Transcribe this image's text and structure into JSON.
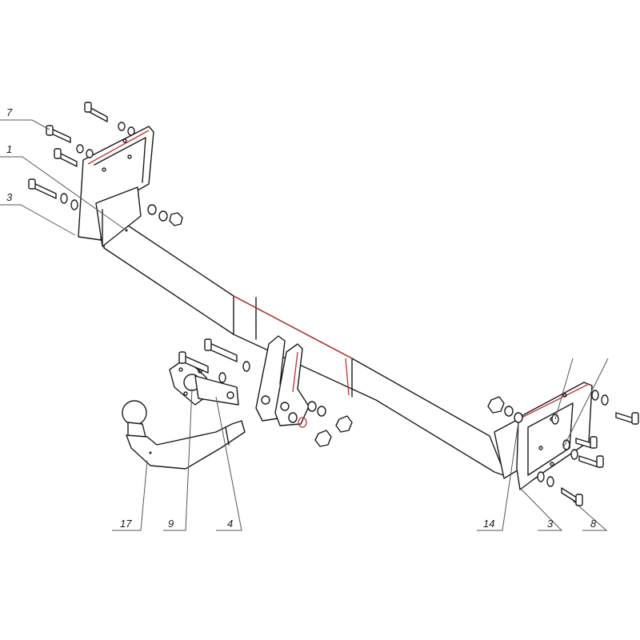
{
  "callouts": {
    "c7": "7",
    "c1": "1",
    "c3_left": "3",
    "c17": "17",
    "c9": "9",
    "c4": "4",
    "c14": "14",
    "c3_right": "3",
    "c8": "8"
  },
  "colors": {
    "line": "#1a1a1a",
    "accent_edge": "#c2302a",
    "background": "#ffffff"
  }
}
